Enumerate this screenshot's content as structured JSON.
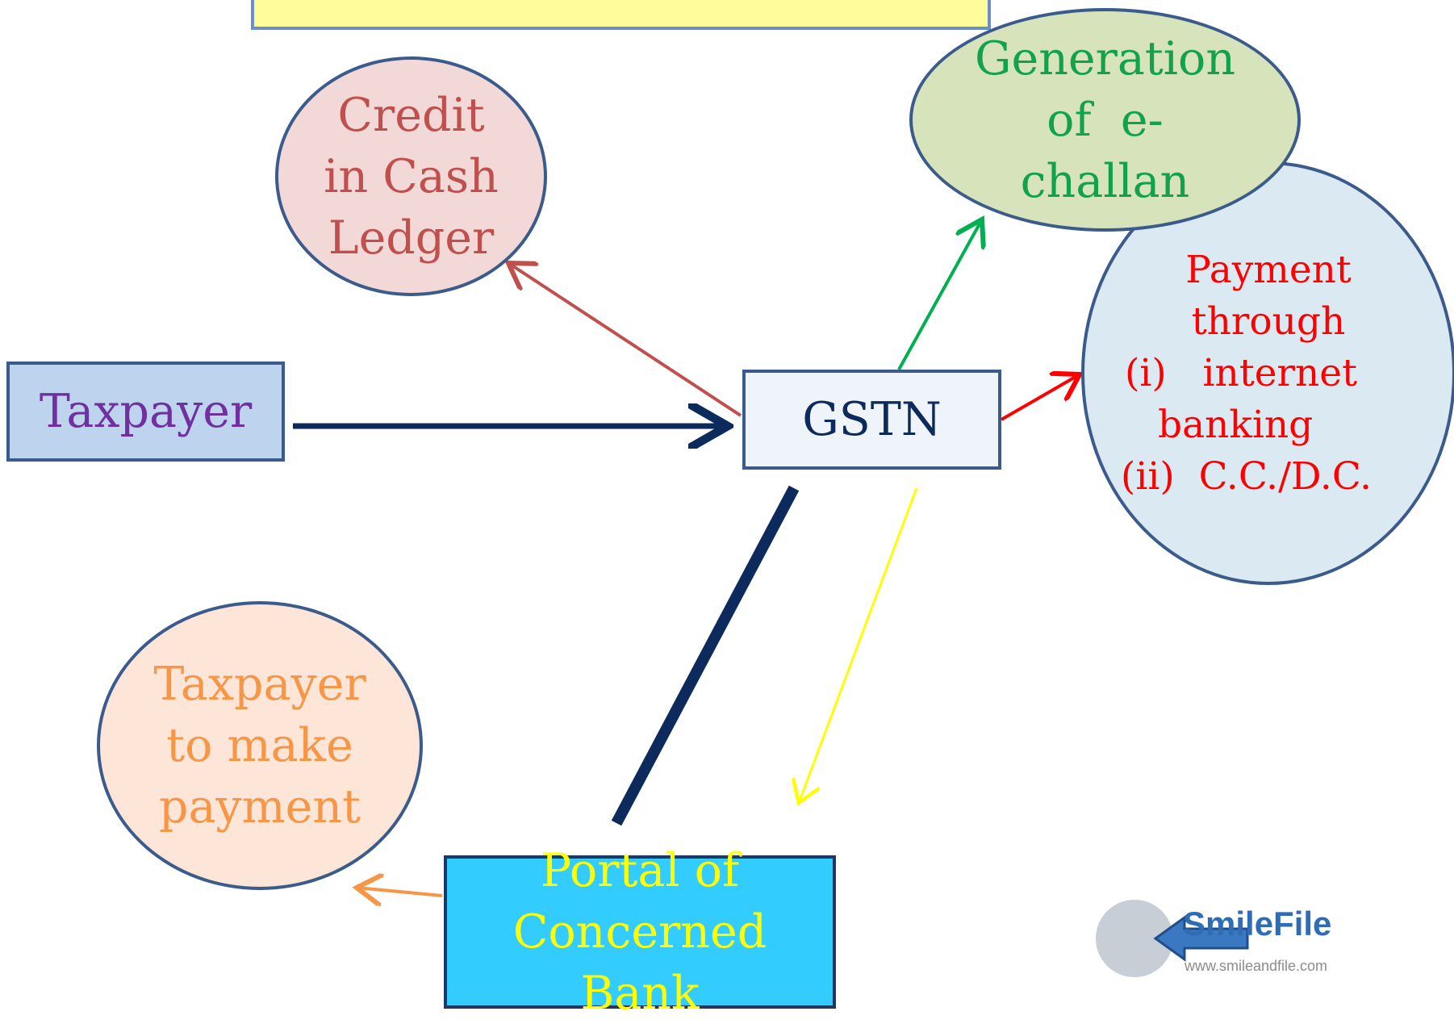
{
  "nodes": {
    "credit": {
      "lines": [
        "Credit",
        "in Cash",
        "Ledger"
      ]
    },
    "echallan": {
      "lines": [
        "Generation",
        "of  e-",
        "challan"
      ]
    },
    "payment": {
      "lines": [
        "Payment",
        "through",
        "(i)   internet",
        "banking",
        "(ii)  C.C./D.C."
      ]
    },
    "taxpayer": {
      "label": "Taxpayer"
    },
    "gstn": {
      "label": "GSTN"
    },
    "make_payment": {
      "lines": [
        "Taxpayer",
        "to make",
        "payment"
      ]
    },
    "bank": {
      "lines": [
        "Portal of",
        "Concerned Bank"
      ]
    }
  },
  "logo": {
    "name": "SmileFile",
    "url": "www.smileandfile.com"
  },
  "colors": {
    "credit_arrow": "#c0504d",
    "echallan_arrow": "#00b050",
    "payment_arrow": "#ff0000",
    "taxpayer_arrow": "#0d2a5c",
    "bank_line": "#0d2a5c",
    "bank_arrow": "#ffff00",
    "make_payment_arrow": "#f79646"
  }
}
